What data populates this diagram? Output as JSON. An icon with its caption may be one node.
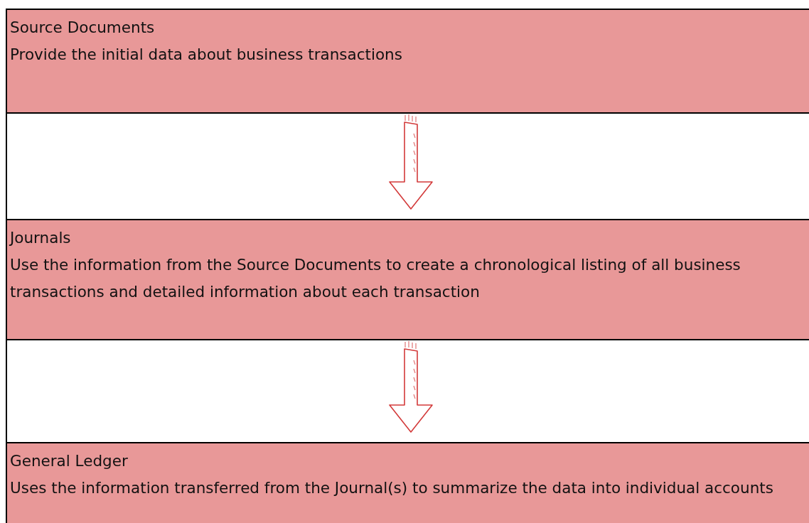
{
  "diagram": {
    "nodes": [
      {
        "text": [
          "Source Documents",
          "Provide the initial data about business transactions"
        ]
      },
      {
        "text": [
          "Journals",
          "Use the information from the Source Documents to create a chronological listing of all business transactions and detailed information about each transaction"
        ]
      },
      {
        "text": [
          "General Ledger",
          "Uses the information transferred from the Journal(s) to summarize the data into individual accounts"
        ]
      }
    ],
    "edges": [
      {
        "from": 0,
        "to": 1,
        "arrow": "to"
      },
      {
        "from": 1,
        "to": 2,
        "arrow": "to"
      }
    ]
  }
}
